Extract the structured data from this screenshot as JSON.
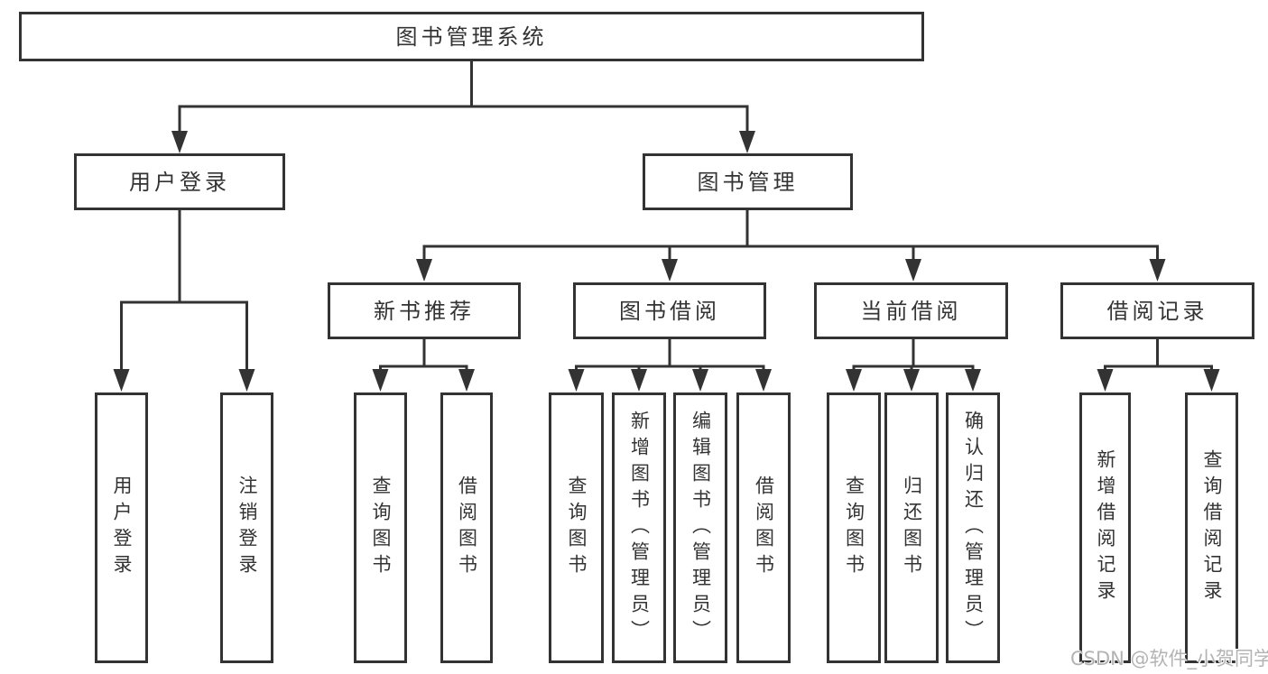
{
  "diagram_type": "tree",
  "colors": {
    "line": "#333333",
    "text": "#333333",
    "box_background": "#ffffff",
    "watermark": "#b3b3b3"
  },
  "tree": {
    "label": "图书管理系统",
    "children": [
      {
        "label": "用户登录",
        "children": [
          {
            "label": "用户登录"
          },
          {
            "label": "注销登录"
          }
        ]
      },
      {
        "label": "图书管理",
        "children": [
          {
            "label": "新书推荐",
            "children": [
              {
                "label": "查询图书"
              },
              {
                "label": "借阅图书"
              }
            ]
          },
          {
            "label": "图书借阅",
            "children": [
              {
                "label": "查询图书"
              },
              {
                "label": "新增图书（管理员）"
              },
              {
                "label": "编辑图书（管理员）"
              },
              {
                "label": "借阅图书"
              }
            ]
          },
          {
            "label": "当前借阅",
            "children": [
              {
                "label": "查询图书"
              },
              {
                "label": "归还图书"
              },
              {
                "label": "确认归还（管理员）"
              }
            ]
          },
          {
            "label": "借阅记录",
            "children": [
              {
                "label": "新增借阅记录"
              },
              {
                "label": "查询借阅记录"
              }
            ]
          }
        ]
      }
    ]
  },
  "watermark": {
    "text": "CSDN @软件_小贺同学"
  }
}
